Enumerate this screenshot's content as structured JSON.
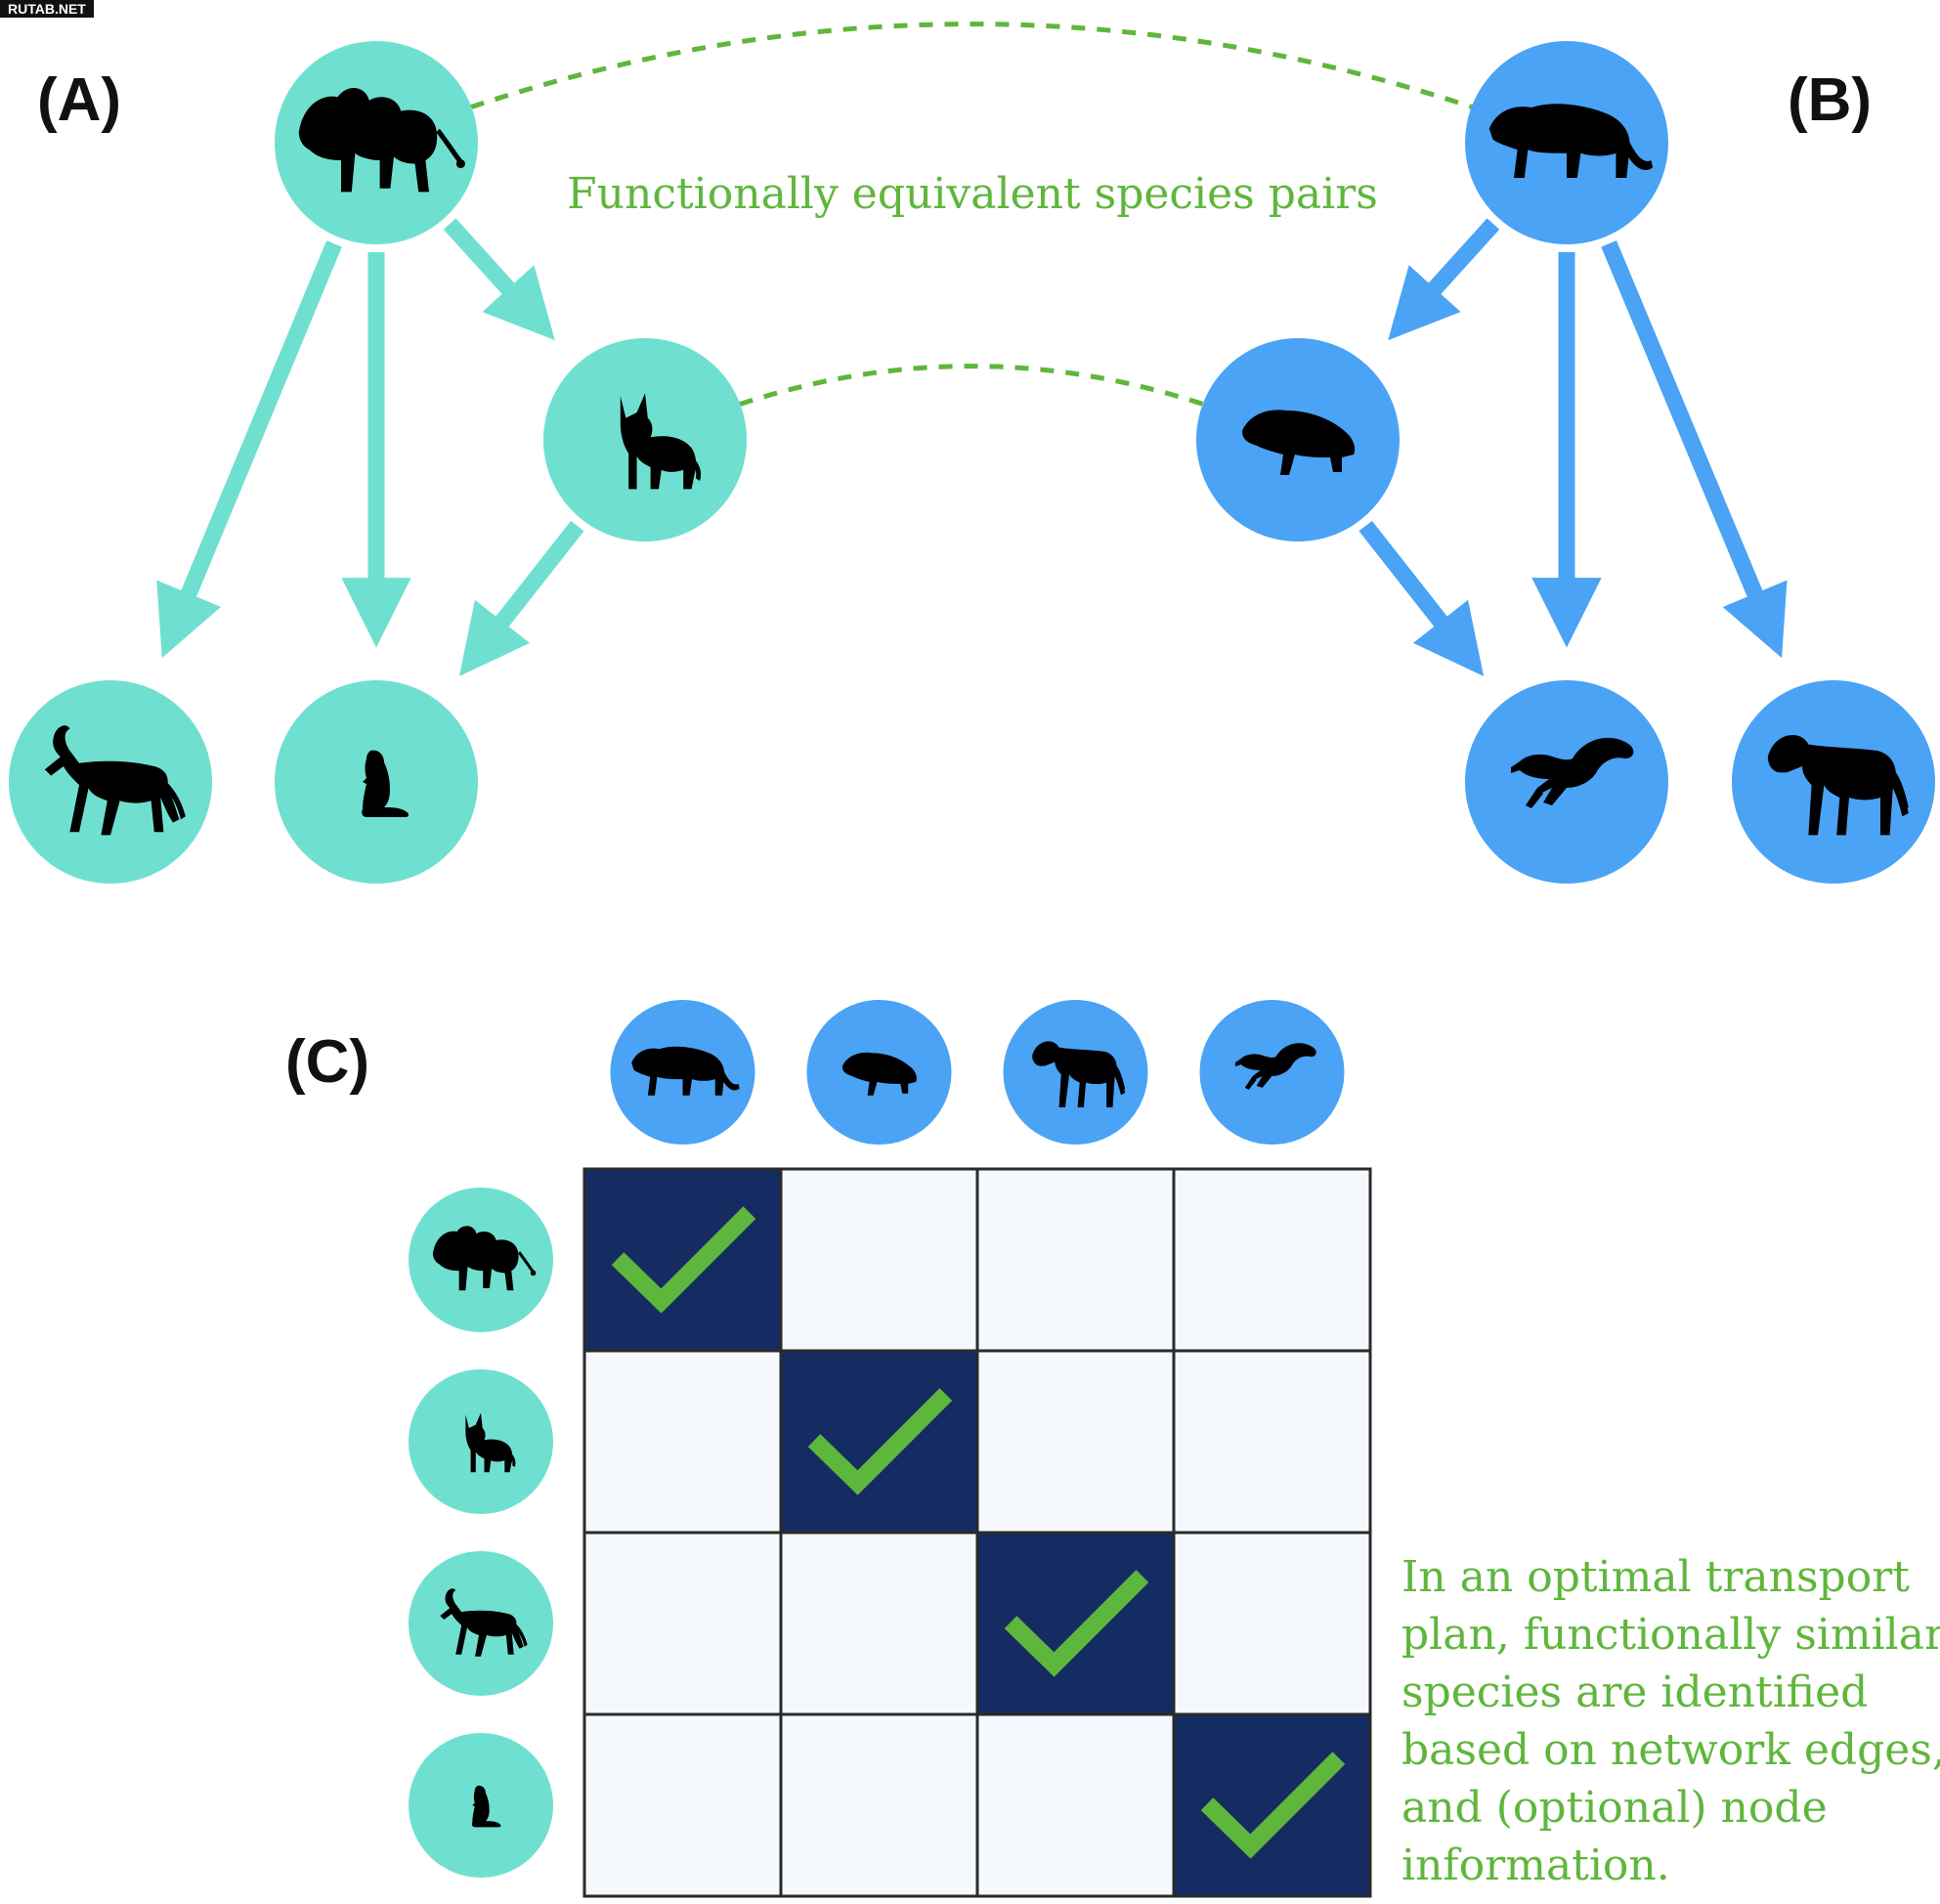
{
  "watermark": "RUTAB.NET",
  "colors": {
    "network_a": "#6fe0d0",
    "network_b": "#4aa3f5",
    "equivalence": "#5fb63c",
    "cell_match": "#152c63",
    "cell_empty": "#f5f9fd",
    "grid_line": "#2a2a2a",
    "silhouette": "#000000"
  },
  "panels": {
    "a": {
      "label": "(A)"
    },
    "b": {
      "label": "(B)"
    },
    "c": {
      "label": "(C)"
    }
  },
  "pairs_caption": "Functionally equivalent species pairs",
  "transport_caption": [
    "In an optimal transport",
    "plan, functionally similar",
    "species are identified",
    "based on network edges,",
    "and (optional) node",
    "information."
  ],
  "network_a": {
    "nodes": [
      {
        "id": "lion",
        "icon": "lion-icon"
      },
      {
        "id": "caracal",
        "icon": "caracal-icon"
      },
      {
        "id": "antelope",
        "icon": "antelope-icon"
      },
      {
        "id": "marmot",
        "icon": "marmot-icon"
      }
    ],
    "edges": [
      [
        "lion",
        "caracal"
      ],
      [
        "lion",
        "antelope"
      ],
      [
        "lion",
        "marmot"
      ],
      [
        "caracal",
        "marmot"
      ]
    ]
  },
  "network_b": {
    "nodes": [
      {
        "id": "jaguar",
        "icon": "jaguar-icon"
      },
      {
        "id": "badger",
        "icon": "badger-icon"
      },
      {
        "id": "squirrel",
        "icon": "squirrel-icon"
      },
      {
        "id": "zebra",
        "icon": "zebra-icon"
      }
    ],
    "edges": [
      [
        "jaguar",
        "badger"
      ],
      [
        "jaguar",
        "squirrel"
      ],
      [
        "jaguar",
        "zebra"
      ],
      [
        "badger",
        "squirrel"
      ]
    ]
  },
  "equivalent_pairs": [
    [
      "lion",
      "jaguar"
    ],
    [
      "caracal",
      "badger"
    ]
  ],
  "transport_plan": {
    "rows": [
      "lion",
      "caracal",
      "antelope",
      "marmot"
    ],
    "columns": [
      "jaguar",
      "badger",
      "zebra",
      "squirrel"
    ],
    "matrix": [
      [
        1,
        0,
        0,
        0
      ],
      [
        0,
        1,
        0,
        0
      ],
      [
        0,
        0,
        1,
        0
      ],
      [
        0,
        0,
        0,
        1
      ]
    ]
  }
}
